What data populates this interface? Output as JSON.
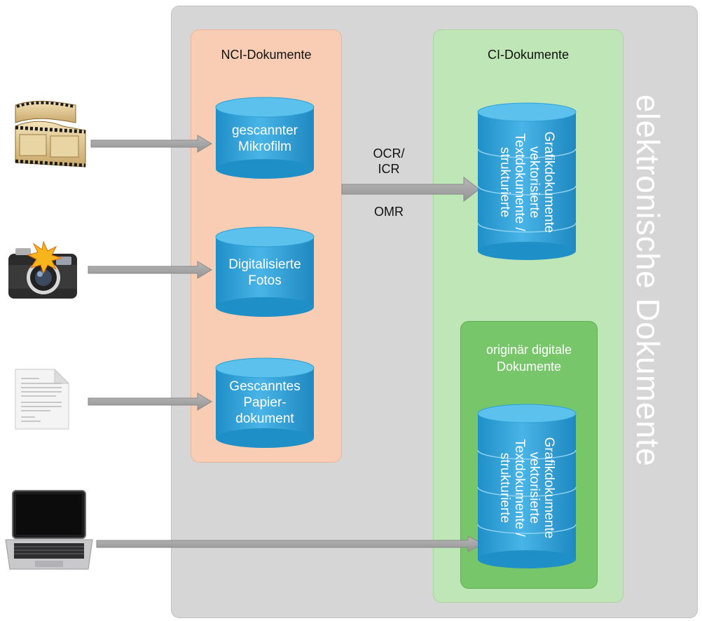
{
  "outer": {
    "title": "elektronische Dokumente"
  },
  "nci": {
    "title": "NCI-Dokumente",
    "items": [
      {
        "line1": "gescannter",
        "line2": "Mikrofilm",
        "line3": ""
      },
      {
        "line1": "Digitalisierte",
        "line2": "Fotos",
        "line3": ""
      },
      {
        "line1": "Gescanntes",
        "line2": "Papier-",
        "line3": "dokument"
      }
    ]
  },
  "ci": {
    "title": "CI-Dokumente",
    "db": {
      "line1": "strukturierte",
      "line2": "Textdokumente /",
      "line3": "vektorisierte",
      "line4": "Grafikdokumente"
    }
  },
  "digital": {
    "title_line1": "originär digitale",
    "title_line2": "Dokumente",
    "db": {
      "line1": "strukturierte",
      "line2": "Textdokumente /",
      "line3": "vektorisierte",
      "line4": "Grafikdokumente"
    }
  },
  "conversion": {
    "label1": "OCR/",
    "label2": "ICR",
    "label3": "OMR"
  },
  "sources": {
    "film": "film-icon",
    "camera": "camera-icon",
    "paper": "paper-document-icon",
    "laptop": "laptop-icon"
  },
  "colors": {
    "outer": "#d6d6d6",
    "nci": "#f8cdb4",
    "ci": "#bfe6b6",
    "digital": "#77c66a",
    "database": "#2a9fd6",
    "arrow": "#a9a9a9"
  }
}
